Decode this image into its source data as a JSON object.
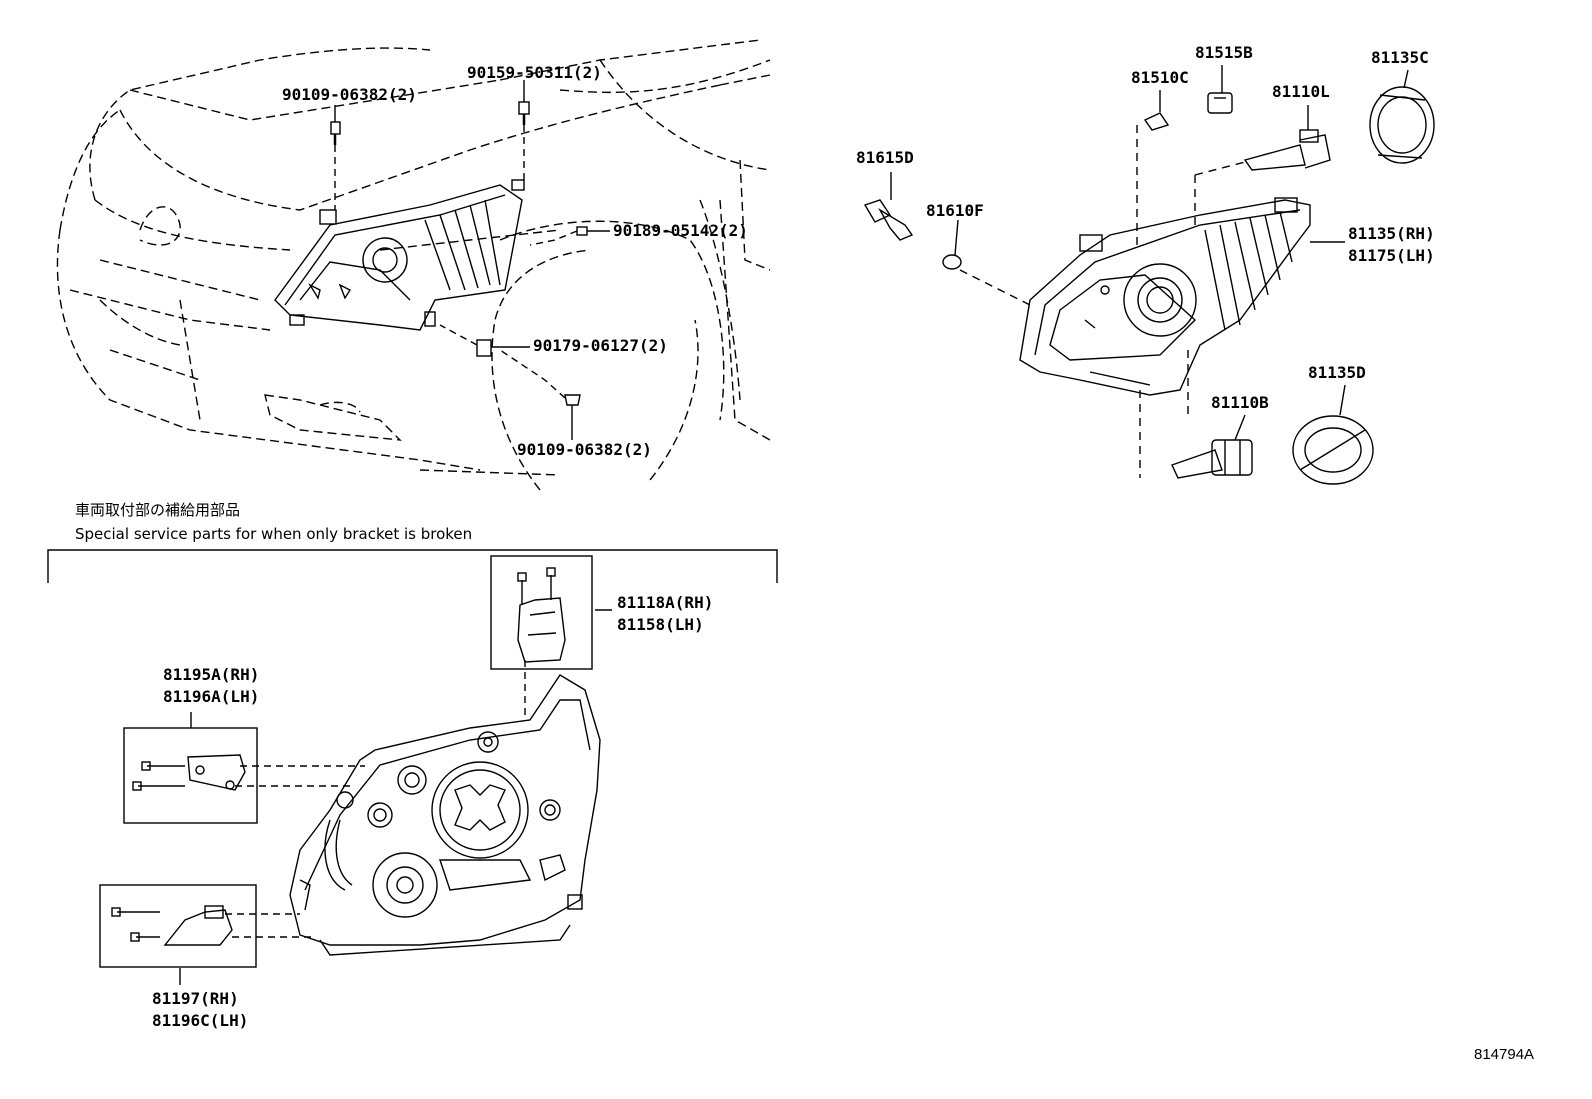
{
  "callouts": {
    "c1": "90109-06382(2)",
    "c2": "90159-50311(2)",
    "c3": "90189-05142(2)",
    "c4": "90179-06127(2)",
    "c5": "90109-06382(2)",
    "c6": "81515B",
    "c7": "81510C",
    "c8": "81110L",
    "c9": "81135C",
    "c10": "81615D",
    "c11": "81610F",
    "c12a": "81135(RH)",
    "c12b": "81175(LH)",
    "c13": "81135D",
    "c14": "81110B",
    "c15a": "81118A(RH)",
    "c15b": "81158(LH)",
    "c16a": "81195A(RH)",
    "c16b": "81196A(LH)",
    "c17a": "81197(RH)",
    "c17b": "81196C(LH)"
  },
  "section": {
    "title_ja": "車両取付部の補給用部品",
    "title_en": "Special service parts for when only bracket is broken"
  },
  "diagram_code": "814794A"
}
